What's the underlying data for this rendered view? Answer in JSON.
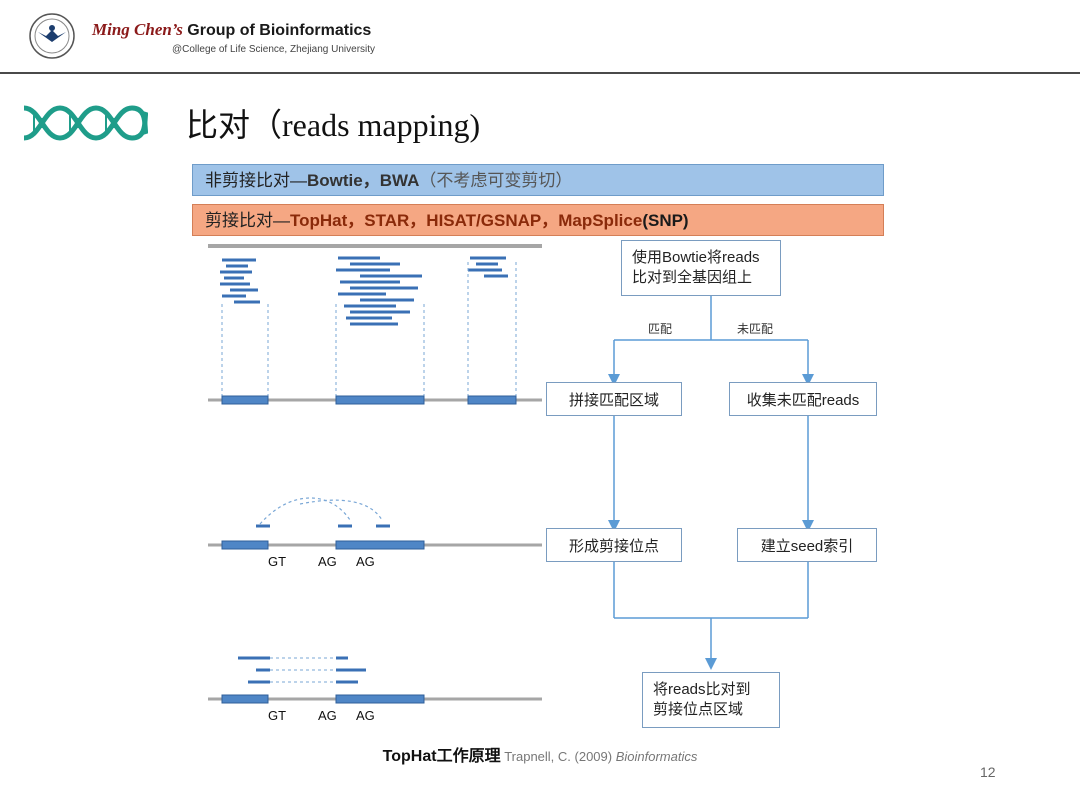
{
  "header": {
    "group_name": "Ming Chen’s",
    "group_title": " Group of Bioinformatics",
    "subtitle": "@College of Life Science, Zhejiang University"
  },
  "slide": {
    "title": "比对（reads mapping)",
    "page_number": "12"
  },
  "banners": {
    "unspliced": {
      "prefix": "非剪接比对—",
      "tools": "Bowtie，BWA",
      "note": "（不考虑可变剪切）"
    },
    "spliced": {
      "prefix": "剪接比对—",
      "tools": "TopHat，STAR，HISAT/GSNAP，",
      "last_tool": "MapSplice",
      "suffix": "(SNP)"
    }
  },
  "flowchart": {
    "start_line1": "使用Bowtie将reads",
    "start_line2": "比对到全基因组上",
    "label_matched": "匹配",
    "label_unmatched": "未匹配",
    "step_splice_regions": "拼接匹配区域",
    "step_collect_unmapped": "收集未匹配reads",
    "step_form_junctions": "形成剪接位点",
    "step_build_seed_index": "建立seed索引",
    "end_line1": "将reads比对到",
    "end_line2": "剪接位点区域"
  },
  "gene_labels": {
    "gt": "GT",
    "ag1": "AG",
    "ag2": "AG"
  },
  "caption": {
    "main": "TopHat工作原理",
    "cite": " Trapnell, C. (2009) ",
    "journal": "Bioinformatics"
  },
  "colors": {
    "banner_blue": "#9fc3e8",
    "banner_orange": "#f5a783",
    "exon_blue": "#4f86c6",
    "read_blue": "#3a70b5",
    "arrow_blue": "#5b9bd5",
    "title_red": "#8b1a1a"
  }
}
